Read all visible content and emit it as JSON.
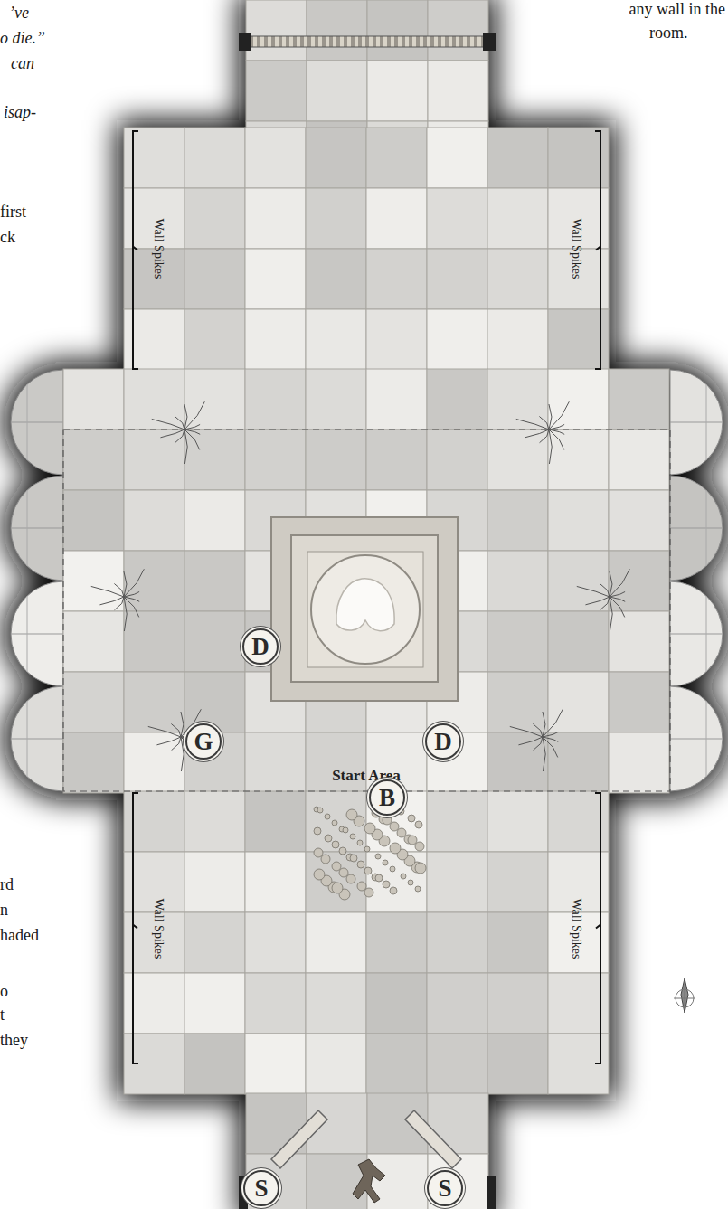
{
  "diagram": {
    "nodes": [
      {
        "text": [
          "D"
        ]
      },
      {
        "text": [
          "G"
        ]
      },
      {
        "text": [
          "D"
        ]
      },
      {
        "text": [
          "B"
        ]
      },
      {
        "text": [
          "S"
        ]
      },
      {
        "text": [
          "S"
        ]
      }
    ],
    "labels": [
      "’ve",
      "any wall in the",
      "o die.”",
      "can",
      "room.",
      "isap-",
      "Wall Spikes",
      "Wall Spikes",
      "first",
      "ck",
      "Start Area",
      "Wall Spikes",
      "Wall Spikes",
      "rd",
      "n",
      "haded",
      "o",
      "t",
      "they"
    ]
  }
}
